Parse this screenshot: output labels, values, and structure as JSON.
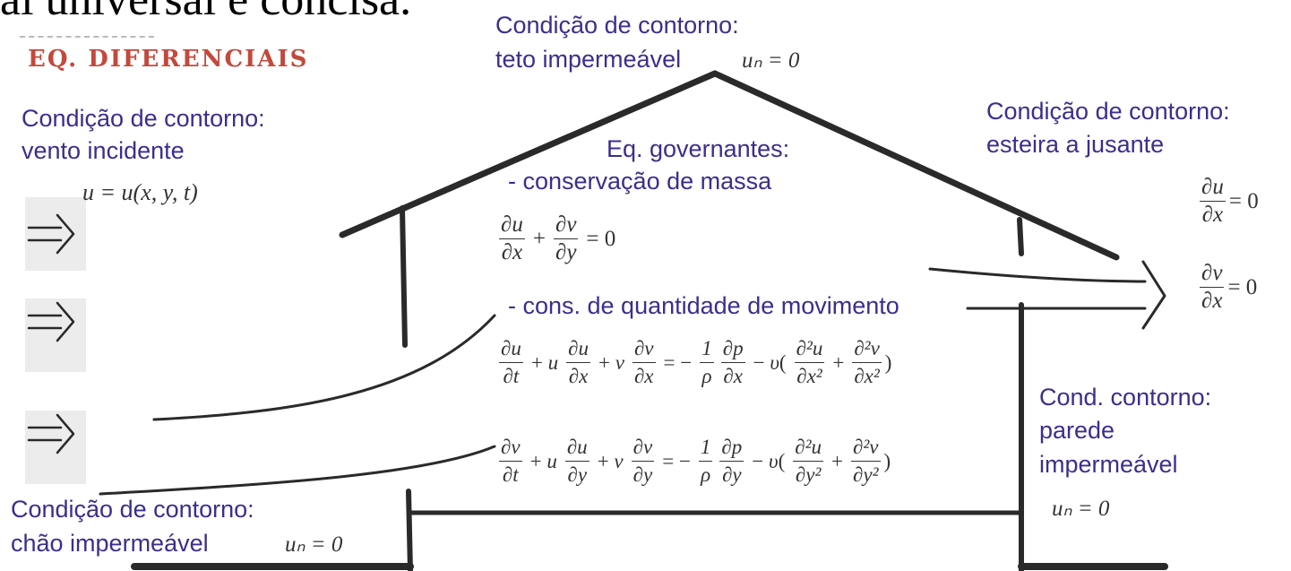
{
  "header_fragment": "al universal e concisa.",
  "section_title": "EQ. DIFERENCIAIS",
  "inlet": {
    "label_line1": "Condição de contorno:",
    "label_line2": "vento incidente",
    "equation": "u = u(x, y, t)"
  },
  "roof": {
    "label_line1": "Condição de contorno:",
    "label_line2": "teto impermeável",
    "equation": "uₙ = 0"
  },
  "outlet": {
    "label_line1": "Condição de contorno:",
    "label_line2": "esteira a jusante",
    "eq1_num": "∂u",
    "eq1_den": "∂x",
    "eq1_rhs": "= 0",
    "eq2_num": "∂v",
    "eq2_den": "∂x",
    "eq2_rhs": "= 0"
  },
  "governing": {
    "title": "Eq. governantes:",
    "mass_label": "- conservação de massa",
    "momentum_label": "- cons. de quantidade de movimento"
  },
  "ground": {
    "label_line1": "Condição de contorno:",
    "label_line2": "chão impermeável",
    "equation": "uₙ = 0"
  },
  "wall": {
    "label_line1": "Cond. contorno:",
    "label_line2": "parede",
    "label_line3": "impermeável",
    "equation": "uₙ = 0"
  },
  "colors": {
    "label_text": "#3a2f8e",
    "title_text": "#c3493c",
    "ink": "#2a2a2a"
  }
}
